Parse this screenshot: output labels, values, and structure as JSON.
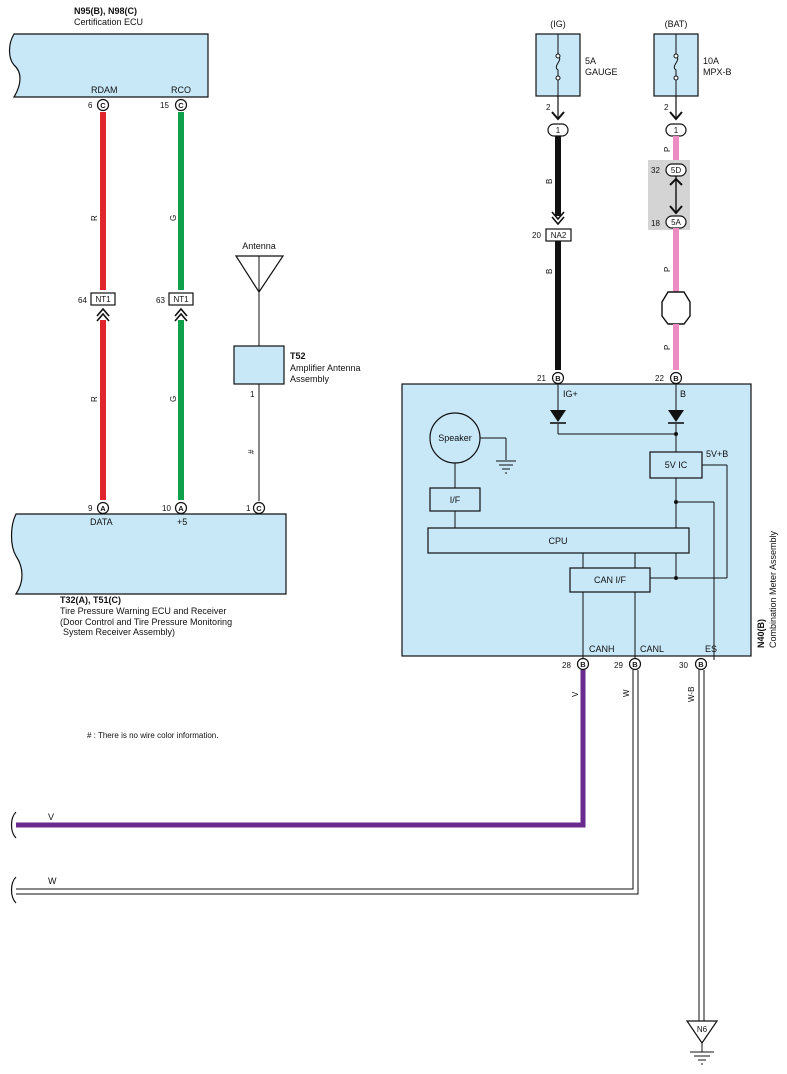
{
  "certification_ecu": {
    "code": "N95(B), N98(C)",
    "name": "Certification ECU",
    "pins": [
      {
        "num": "6",
        "letter": "C",
        "label": "RDAM"
      },
      {
        "num": "15",
        "letter": "C",
        "label": "RCO"
      }
    ]
  },
  "wires_left": {
    "red_color_code": "R",
    "green_color_code": "G",
    "connector": "NT1",
    "red_pin": "64",
    "green_pin": "63",
    "antenna_wire_code": "#"
  },
  "antenna": {
    "title": "Antenna",
    "code": "T52",
    "name_line1": "Amplifier Antenna",
    "name_line2": "Assembly",
    "pin": "1"
  },
  "tpms_ecu": {
    "pins": [
      {
        "num": "9",
        "letter": "A",
        "label": "DATA"
      },
      {
        "num": "10",
        "letter": "A",
        "label": "+5"
      },
      {
        "num": "1",
        "letter": "C",
        "label": ""
      }
    ],
    "code": "T32(A), T51(C)",
    "name_line1": "Tire Pressure Warning ECU and Receiver",
    "name_line2": "(Door Control and Tire Pressure Monitoring",
    "name_line3": "System Receiver Assembly)"
  },
  "fuses": [
    {
      "source": "(IG)",
      "amp": "5A",
      "name": "GAUGE",
      "pin": "2",
      "joint": "1"
    },
    {
      "source": "(BAT)",
      "amp": "10A",
      "name": "MPX-B",
      "pin": "2",
      "joint": "1"
    }
  ],
  "ig_wire": {
    "color_code": "B",
    "connector": "NA2",
    "connector_pin": "20"
  },
  "bat_wire": {
    "color_code": "P",
    "connector_top": "5D",
    "connector_top_pin": "32",
    "connector_bottom": "5A",
    "connector_bottom_pin": "18"
  },
  "meter": {
    "code": "N40(B)",
    "name": "Combination Meter Assembly",
    "top_pins": [
      {
        "num": "21",
        "letter": "B",
        "label": "IG+"
      },
      {
        "num": "22",
        "letter": "B",
        "label": "B"
      }
    ],
    "speaker": "Speaker",
    "iface": "I/F",
    "cpu": "CPU",
    "ic": "5V IC",
    "ic_out": "5V+B",
    "can_if": "CAN I/F",
    "bottom_pins": [
      {
        "num": "28",
        "letter": "B",
        "label": "CANH",
        "wire": "V"
      },
      {
        "num": "29",
        "letter": "B",
        "label": "CANL",
        "wire": "W"
      },
      {
        "num": "30",
        "letter": "B",
        "label": "ES",
        "wire": "W-B"
      }
    ]
  },
  "note": "# : There is no wire color information.",
  "bus": {
    "v_label": "V",
    "w_label": "W"
  },
  "ground": "N6",
  "colors": {
    "panel": "#c8e8f8",
    "red": "#e0262c",
    "green": "#0ea04a",
    "black": "#111111",
    "pink": "#ec8cc2",
    "purple": "#6a2a8e"
  }
}
